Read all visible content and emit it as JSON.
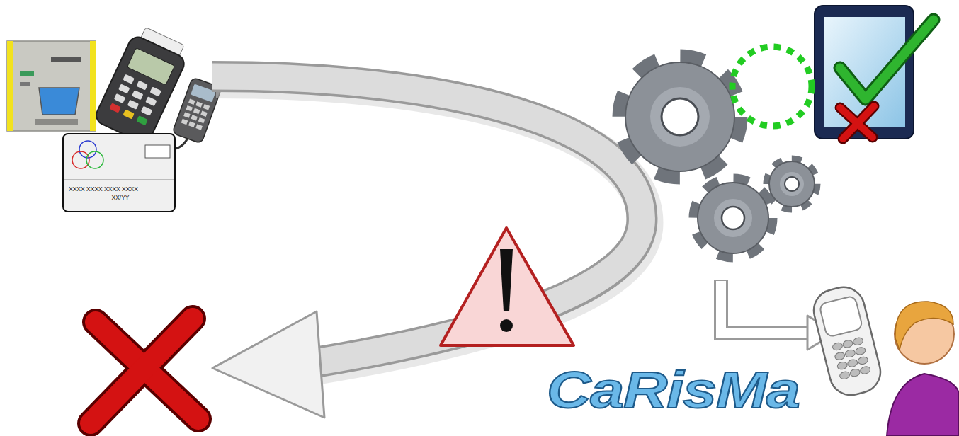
{
  "diagram": {
    "nodes": [
      {
        "text": [
          "XXXX XXXX XXXX XXXX",
          "XX/YY"
        ]
      }
    ],
    "labels": [
      "CaRisMa"
    ]
  }
}
